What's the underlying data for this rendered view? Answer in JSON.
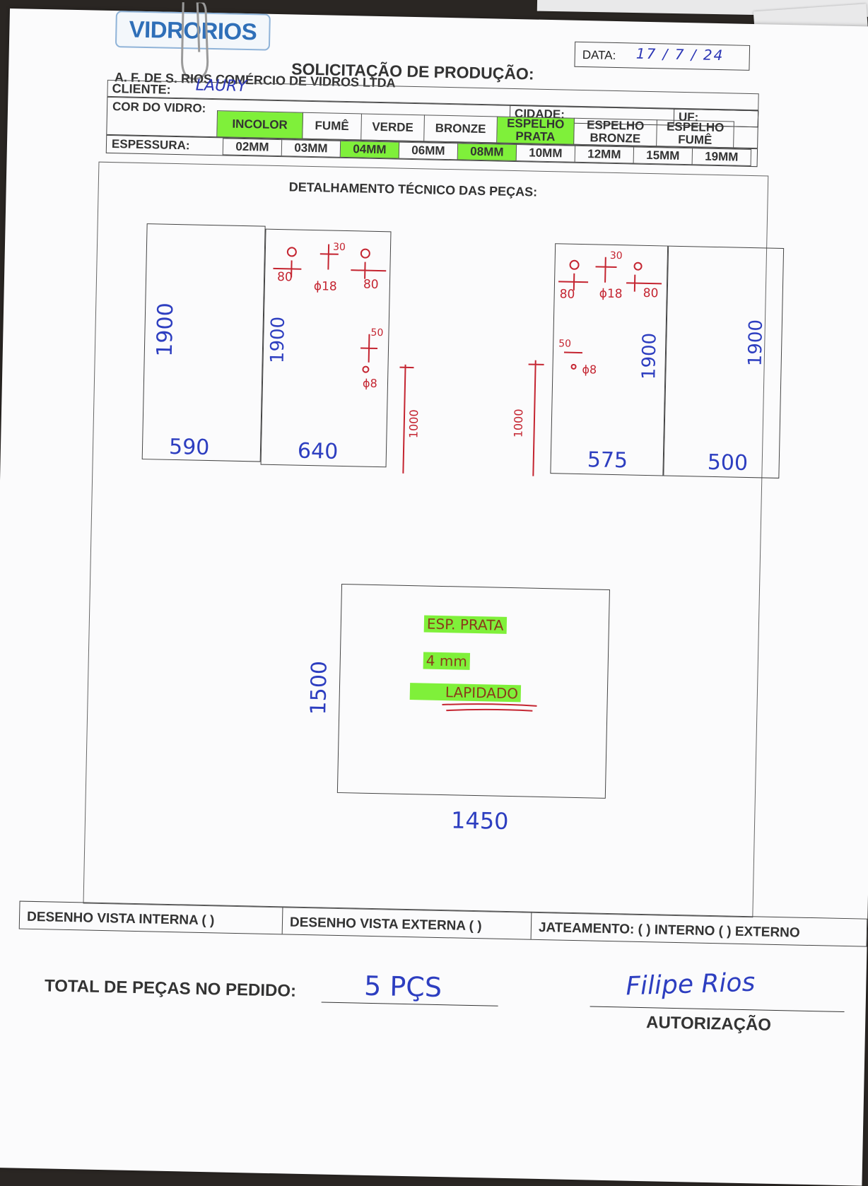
{
  "header": {
    "logo": "VIDRORIOS",
    "date_label": "DATA:",
    "date_value": "17 / 7 / 24",
    "title": "SOLICITAÇÃO DE PRODUÇÃO:",
    "company": "A. F. DE S. RIOS COMÉRCIO DE VIDROS LTDA",
    "client_label": "CLIENTE:",
    "client_value": "LAURY",
    "city_label": "CIDADE:",
    "uf_label": "UF:"
  },
  "glass_color": {
    "label": "COR DO VIDRO:",
    "options": [
      {
        "label": "INCOLOR",
        "selected": true
      },
      {
        "label": "FUMÊ",
        "selected": false
      },
      {
        "label": "VERDE",
        "selected": false
      },
      {
        "label": "BRONZE",
        "selected": false
      },
      {
        "label": "ESPELHO PRATA",
        "selected": true
      },
      {
        "label": "ESPELHO BRONZE",
        "selected": false
      },
      {
        "label": "ESPELHO FUMÊ",
        "selected": false
      }
    ]
  },
  "thickness": {
    "label": "ESPESSURA:",
    "options": [
      {
        "label": "02MM",
        "selected": false
      },
      {
        "label": "03MM",
        "selected": false
      },
      {
        "label": "04MM",
        "selected": true
      },
      {
        "label": "06MM",
        "selected": false
      },
      {
        "label": "08MM",
        "selected": true
      },
      {
        "label": "10MM",
        "selected": false
      },
      {
        "label": "12MM",
        "selected": false
      },
      {
        "label": "15MM",
        "selected": false
      },
      {
        "label": "19MM",
        "selected": false
      }
    ]
  },
  "section_title": "DETALHAMENTO TÉCNICO DAS PEÇAS:",
  "drawings": {
    "left": {
      "height_a": "1900",
      "height_b": "1900",
      "width_a": "590",
      "width_b": "640",
      "holes": [
        "80",
        "80",
        "ϕ18",
        "30",
        "50",
        "ϕ8"
      ],
      "handle_height": "1000"
    },
    "right": {
      "height_a": "1900",
      "height_b": "1900",
      "width_a": "575",
      "width_b": "500",
      "holes": [
        "80",
        "80",
        "ϕ18",
        "30",
        "50",
        "ϕ8"
      ],
      "handle_height": "1000"
    },
    "mirror": {
      "height": "1500",
      "width": "1450",
      "note_1": "ESP. PRATA",
      "note_2": "4 mm",
      "note_3": "LAPIDADO"
    }
  },
  "footer": {
    "view_internal": "DESENHO VISTA INTERNA ( )",
    "view_external": "DESENHO VISTA EXTERNA ( )",
    "sandblast": "JATEAMENTO: ( ) INTERNO ( ) EXTERNO",
    "total_label": "TOTAL DE PEÇAS NO PEDIDO:",
    "total_value": "5 PÇS",
    "authorization_label": "AUTORIZAÇÃO",
    "signature": "Filipe Rios"
  },
  "colors": {
    "highlight": "#7ff03a",
    "ink_blue": "#2d3ec0",
    "ink_red": "#c42430"
  }
}
